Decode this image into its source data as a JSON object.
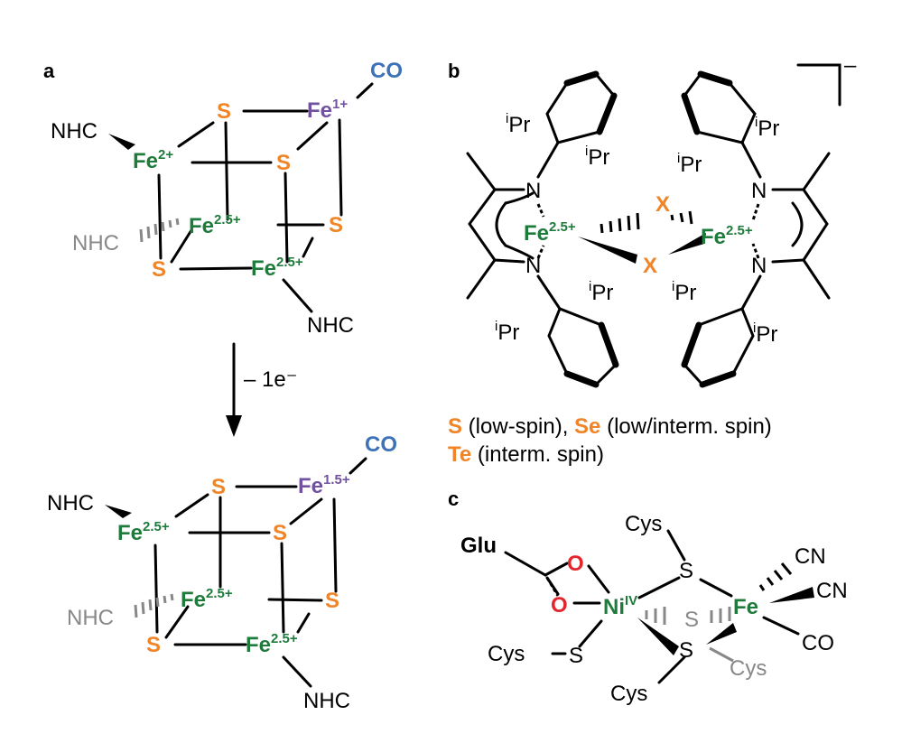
{
  "panels": {
    "a": "a",
    "b": "b",
    "c": "c"
  },
  "colors": {
    "fe_mixed": "#1e7b3c",
    "sulfur": "#ef8528",
    "fe_low": "#7152a0",
    "co": "#3d72b8",
    "oxygen": "#e3262b",
    "grey": "#888888"
  },
  "panel_a": {
    "top": {
      "nhc_top": "NHC",
      "fe2": "Fe",
      "fe2_charge": "2+",
      "s_top": "S",
      "fe1": "Fe",
      "fe1_charge": "1+",
      "co": "CO",
      "s_mid": "S",
      "nhc_back": "NHC",
      "fe25_back": "Fe",
      "fe25_back_charge": "2.5+",
      "s_right": "S",
      "s_left": "S",
      "fe25_front": "Fe",
      "fe25_front_charge": "2.5+",
      "nhc_bottom": "NHC"
    },
    "arrow_label": "– 1e⁻",
    "bottom": {
      "nhc_top": "NHC",
      "fe_left": "Fe",
      "fe_left_charge": "2.5+",
      "s_top": "S",
      "fe_ox": "Fe",
      "fe_ox_charge": "1.5+",
      "co": "CO",
      "s_mid": "S",
      "nhc_back": "NHC",
      "fe25_back": "Fe",
      "fe25_back_charge": "2.5+",
      "s_right": "S",
      "s_left": "S",
      "fe25_front": "Fe",
      "fe25_front_charge": "2.5+",
      "nhc_bottom": "NHC"
    }
  },
  "panel_b": {
    "charge": "–",
    "fe_left": "Fe",
    "fe_left_charge": "2.5+",
    "fe_right": "Fe",
    "fe_right_charge": "2.5+",
    "x_top": "X",
    "x_bottom": "X",
    "n": "N",
    "ipr_i": "i",
    "ipr_pr": "Pr",
    "legend_line1": [
      {
        "el": "S",
        "text": " (low-spin), "
      },
      {
        "el": "Se",
        "text": " (low/interm. spin)"
      }
    ],
    "legend_line2": [
      {
        "el": "Te",
        "text": " (interm. spin)"
      }
    ]
  },
  "panel_c": {
    "glu": "Glu",
    "o": "O",
    "ni": "Ni",
    "ni_ox": "IV",
    "fe": "Fe",
    "s": "S",
    "cys": "Cys",
    "cn": "CN",
    "co": "CO"
  }
}
